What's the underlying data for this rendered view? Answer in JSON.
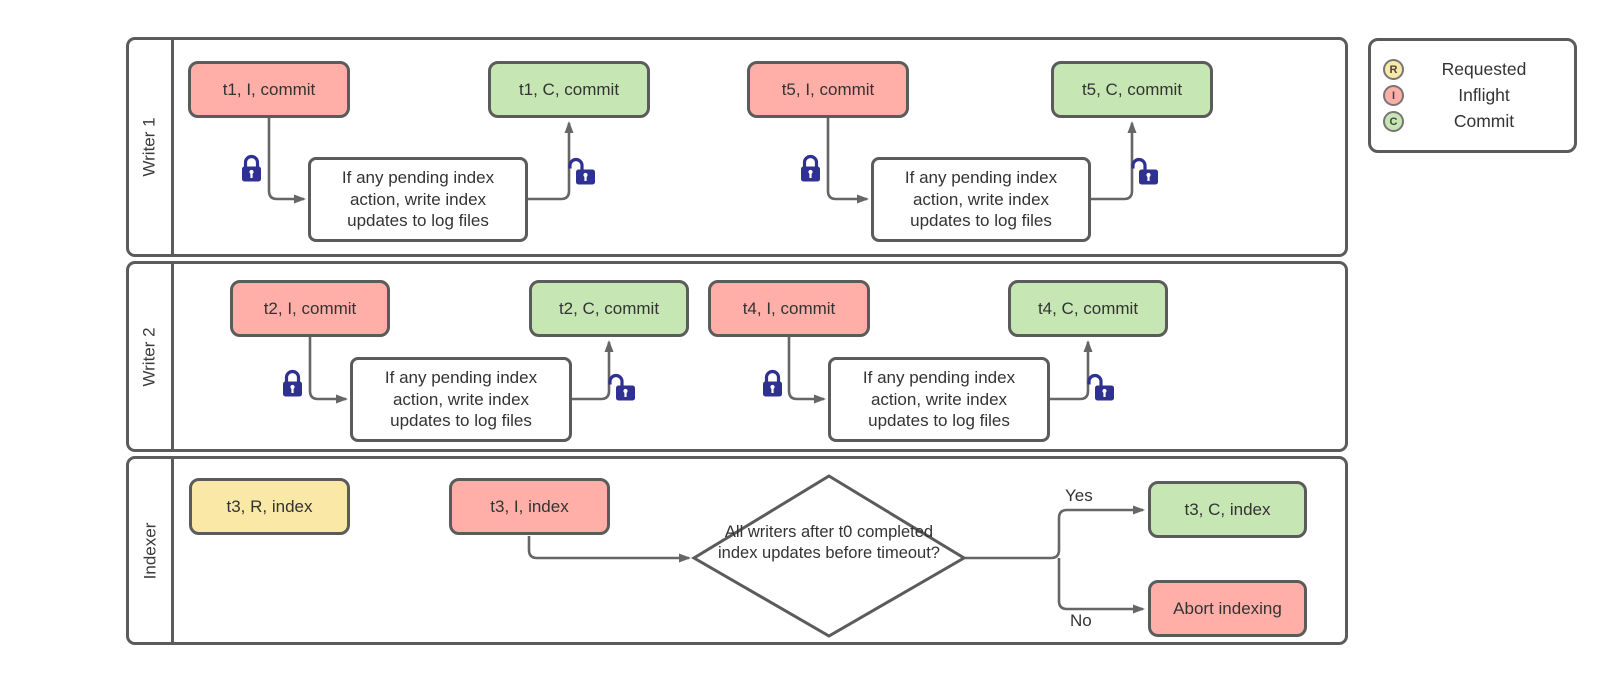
{
  "lanes": [
    {
      "label": "Writer 1"
    },
    {
      "label": "Writer 2"
    },
    {
      "label": "Indexer"
    }
  ],
  "process_note": "If any pending index action, write index updates to log files",
  "writer1": {
    "t1_inflight": "t1, I, commit",
    "t1_commit": "t1, C, commit",
    "t5_inflight": "t5, I, commit",
    "t5_commit": "t5, C, commit"
  },
  "writer2": {
    "t2_inflight": "t2, I, commit",
    "t2_commit": "t2, C, commit",
    "t4_inflight": "t4, I, commit",
    "t4_commit": "t4, C, commit"
  },
  "indexer": {
    "requested": "t3, R, index",
    "inflight": "t3, I, index",
    "decision": "All writers after t0 completed index updates before timeout?",
    "commit": "t3, C, index",
    "abort": "Abort indexing",
    "yes_label": "Yes",
    "no_label": "No"
  },
  "legend": {
    "items": [
      {
        "symbol": "R",
        "label": "Requested"
      },
      {
        "symbol": "I",
        "label": "Inflight"
      },
      {
        "symbol": "C",
        "label": "Commit"
      }
    ]
  },
  "colors": {
    "requested_fill": "#fae8a6",
    "inflight_fill": "#ffafa8",
    "commit_fill": "#c6e6b3",
    "shape_border": "#5b5b5b",
    "connector": "#666666",
    "lock": "#2e3192"
  }
}
